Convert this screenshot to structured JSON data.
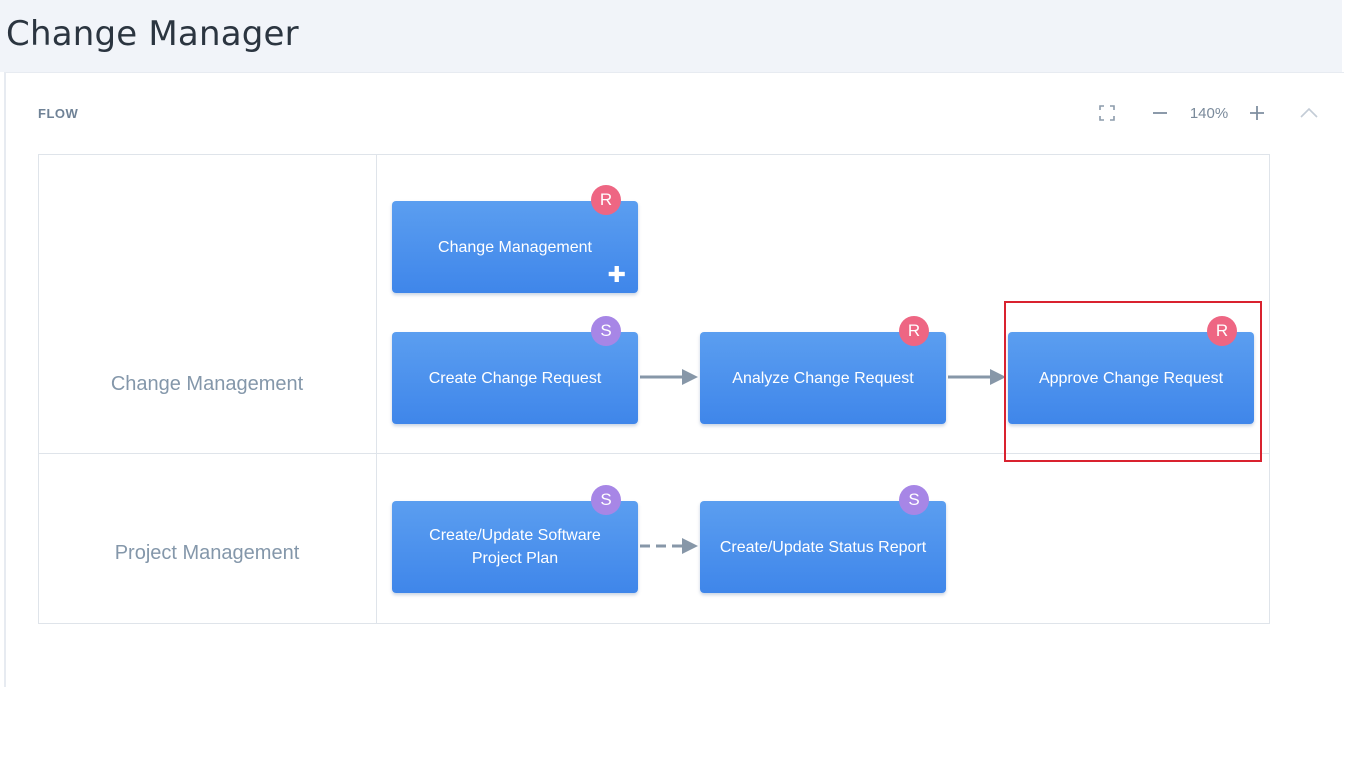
{
  "page": {
    "title": "Change Manager"
  },
  "panel": {
    "label": "FLOW",
    "controls": {
      "fullscreen_icon": "fullscreen-icon",
      "zoom_out_icon": "minus-icon",
      "zoom_in_icon": "plus-icon",
      "collapse_icon": "chevron-up-icon"
    },
    "zoom": "140%"
  },
  "lanes": [
    {
      "name": "Change Management"
    },
    {
      "name": "Project Management"
    }
  ],
  "nodes": [
    {
      "label": "Change Management",
      "badge": "R",
      "badge_kind": "r",
      "expand_symbol": "✚"
    },
    {
      "label": "Create Change Request",
      "badge": "S",
      "badge_kind": "s"
    },
    {
      "label": "Analyze Change Request",
      "badge": "R",
      "badge_kind": "r"
    },
    {
      "label": "Approve Change Request",
      "badge": "R",
      "badge_kind": "r"
    },
    {
      "label": "Create/Update Software Project Plan",
      "badge": "S",
      "badge_kind": "s"
    },
    {
      "label": "Create/Update Status Report",
      "badge": "S",
      "badge_kind": "s"
    }
  ],
  "colors": {
    "node": "#4a90ec",
    "badge_r": "#ee6683",
    "badge_s": "#a786e6",
    "highlight": "#d9222f",
    "arrow": "#8797a8"
  }
}
